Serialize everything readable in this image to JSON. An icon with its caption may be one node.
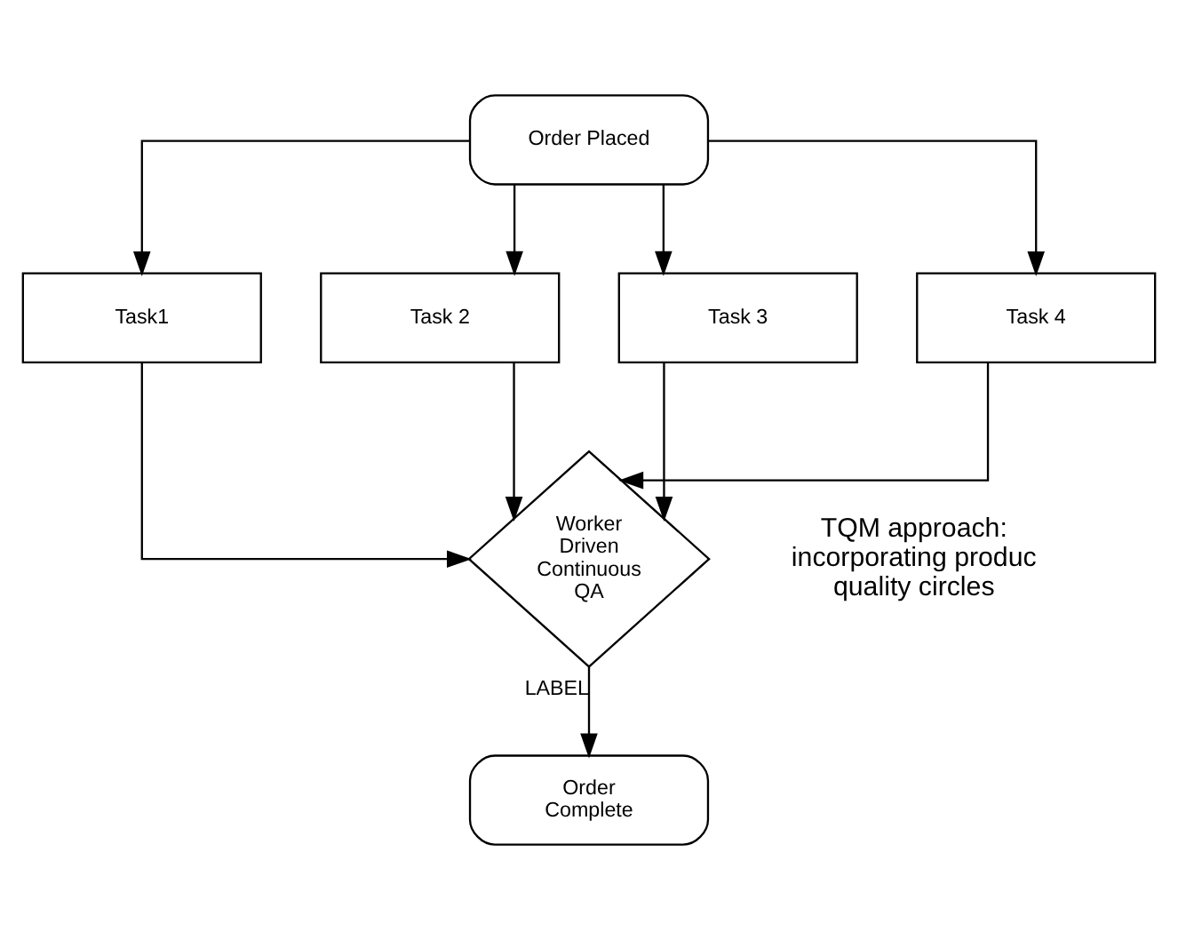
{
  "diagram": {
    "nodes": [
      {
        "text": [
          "Order Placed"
        ]
      },
      {
        "text": [
          "Task1"
        ]
      },
      {
        "text": [
          "Task 2"
        ]
      },
      {
        "text": [
          "Task 3"
        ]
      },
      {
        "text": [
          "Task 4"
        ]
      },
      {
        "text": [
          "Worker Driven Continuous QA"
        ]
      },
      {
        "text": [
          "Order Complete"
        ]
      }
    ],
    "edges": [
      {
        "from": 0,
        "to": 1,
        "arrow": "to"
      },
      {
        "from": 0,
        "to": 2,
        "arrow": "to"
      },
      {
        "from": 0,
        "to": 3,
        "arrow": "to"
      },
      {
        "from": 0,
        "to": 4,
        "arrow": "to"
      },
      {
        "from": 1,
        "to": 5,
        "arrow": "to"
      },
      {
        "from": 2,
        "to": 5,
        "arrow": "to"
      },
      {
        "from": 3,
        "to": 5,
        "arrow": "to"
      },
      {
        "from": 4,
        "to": 5,
        "arrow": "to"
      },
      {
        "from": 5,
        "to": 6,
        "label": "LABEL",
        "arrow": "to"
      }
    ],
    "labels": [
      "TQM approach: incorporating produc quality circles"
    ]
  }
}
